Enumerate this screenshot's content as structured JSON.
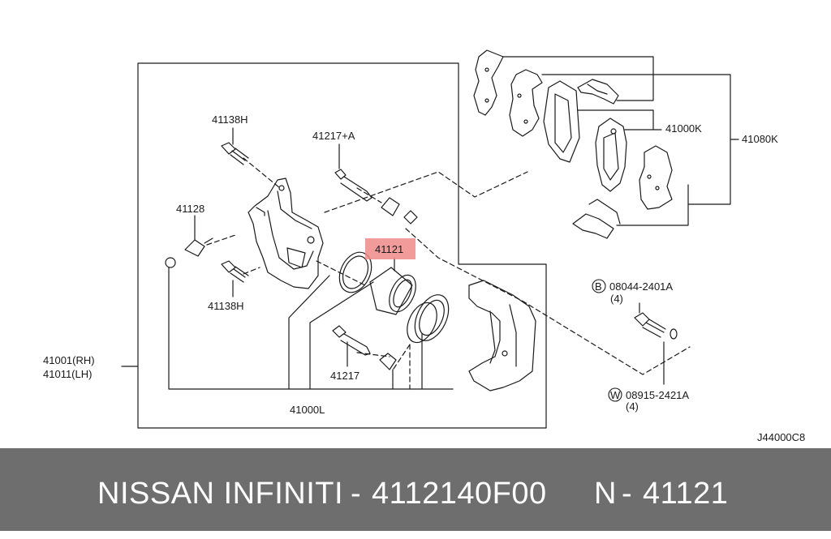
{
  "diagram": {
    "ref_code": "J44000C8",
    "labels": {
      "p41138h_top": "41138H",
      "p41217a": "41217+A",
      "p41128": "41128",
      "p41121": "41121",
      "p41138h_bottom": "41138H",
      "p41217": "41217",
      "p41000l": "41000L",
      "p41001": "41001(RH)",
      "p41011": "41011(LH)",
      "p41000k": "41000K",
      "p41080k": "41080K",
      "bolt_b": "08044-2401A",
      "bolt_b_mark": "B",
      "bolt_b_qty": "(4)",
      "washer_w": "08915-2421A",
      "washer_w_mark": "W",
      "washer_w_qty": "(4)"
    },
    "highlight_color": "#f08a8a"
  },
  "banner": {
    "brand": "NISSAN  INFINITI",
    "sep1": "-",
    "oem_number": "4112140F00",
    "prefix": "N",
    "sep2": "-",
    "part_number": "41121"
  }
}
